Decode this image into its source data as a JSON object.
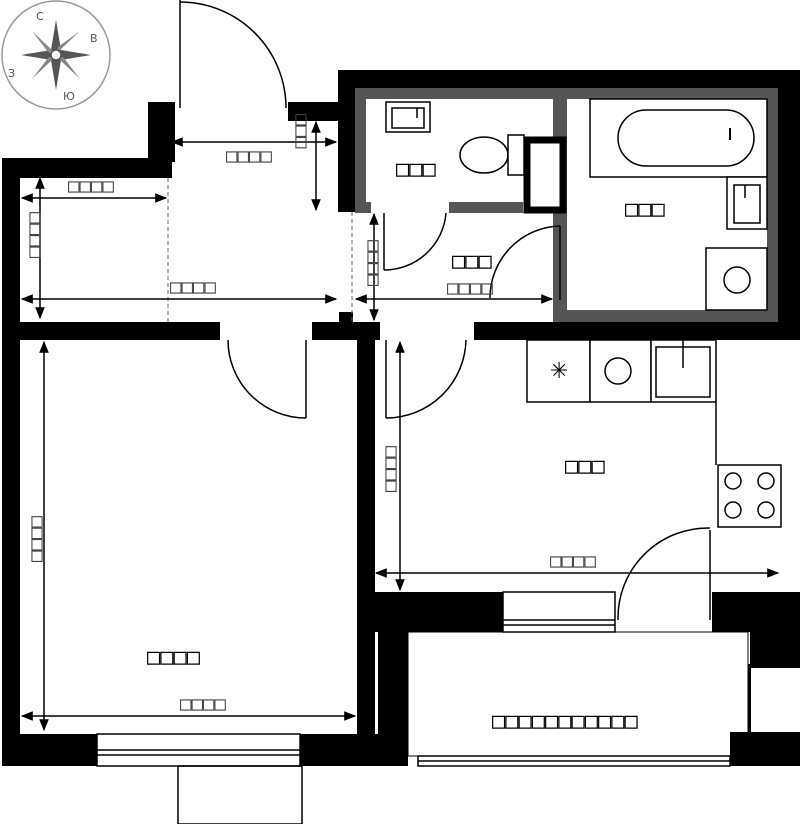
{
  "compass": {
    "n": "С",
    "e": "В",
    "w": "З",
    "s": "Ю"
  },
  "rooms": {
    "living": "□□□□",
    "kitchen": "□□□",
    "wc": "□□□",
    "bath": "□□□",
    "hall": "□□□",
    "loggia": "□□□□□□□□□□□"
  },
  "dims": {
    "vest_width": "□□□□",
    "vest_depth": "□□□",
    "left_width": "□□□□",
    "left_height": "□□□□",
    "hall_width": "□□□□",
    "corr_height": "□□□□",
    "corr_width": "□□□□",
    "living_height": "□□□□",
    "living_width": "□□□□",
    "kitchen_height": "□□□□",
    "kitchen_width": "□□□□"
  }
}
